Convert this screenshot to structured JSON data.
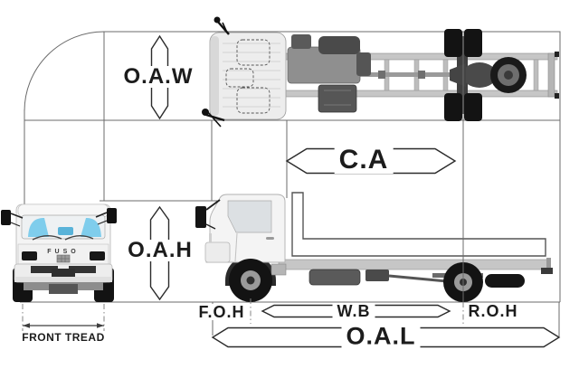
{
  "diagram": {
    "type": "truck-dimension-diagram",
    "labels": {
      "oaw": "O.A.W",
      "oah": "O.A.H",
      "ca": "C.A",
      "foh": "F.O.H",
      "wb": "W.B",
      "roh": "R.O.H",
      "oal": "O.A.L",
      "front_tread": "FRONT TREAD"
    },
    "brand_text": "FUSO",
    "colors": {
      "line": "#6b6b6b",
      "arrow": "#2b2b2b",
      "text": "#1c1c1c",
      "glass_blue": "#7fcdec",
      "glass_blue_dark": "#59b3d9",
      "truck_light": "#f2f2f2",
      "truck_mid": "#c6c6c6",
      "truck_dark": "#3f3f3f",
      "tire": "#131313"
    }
  }
}
